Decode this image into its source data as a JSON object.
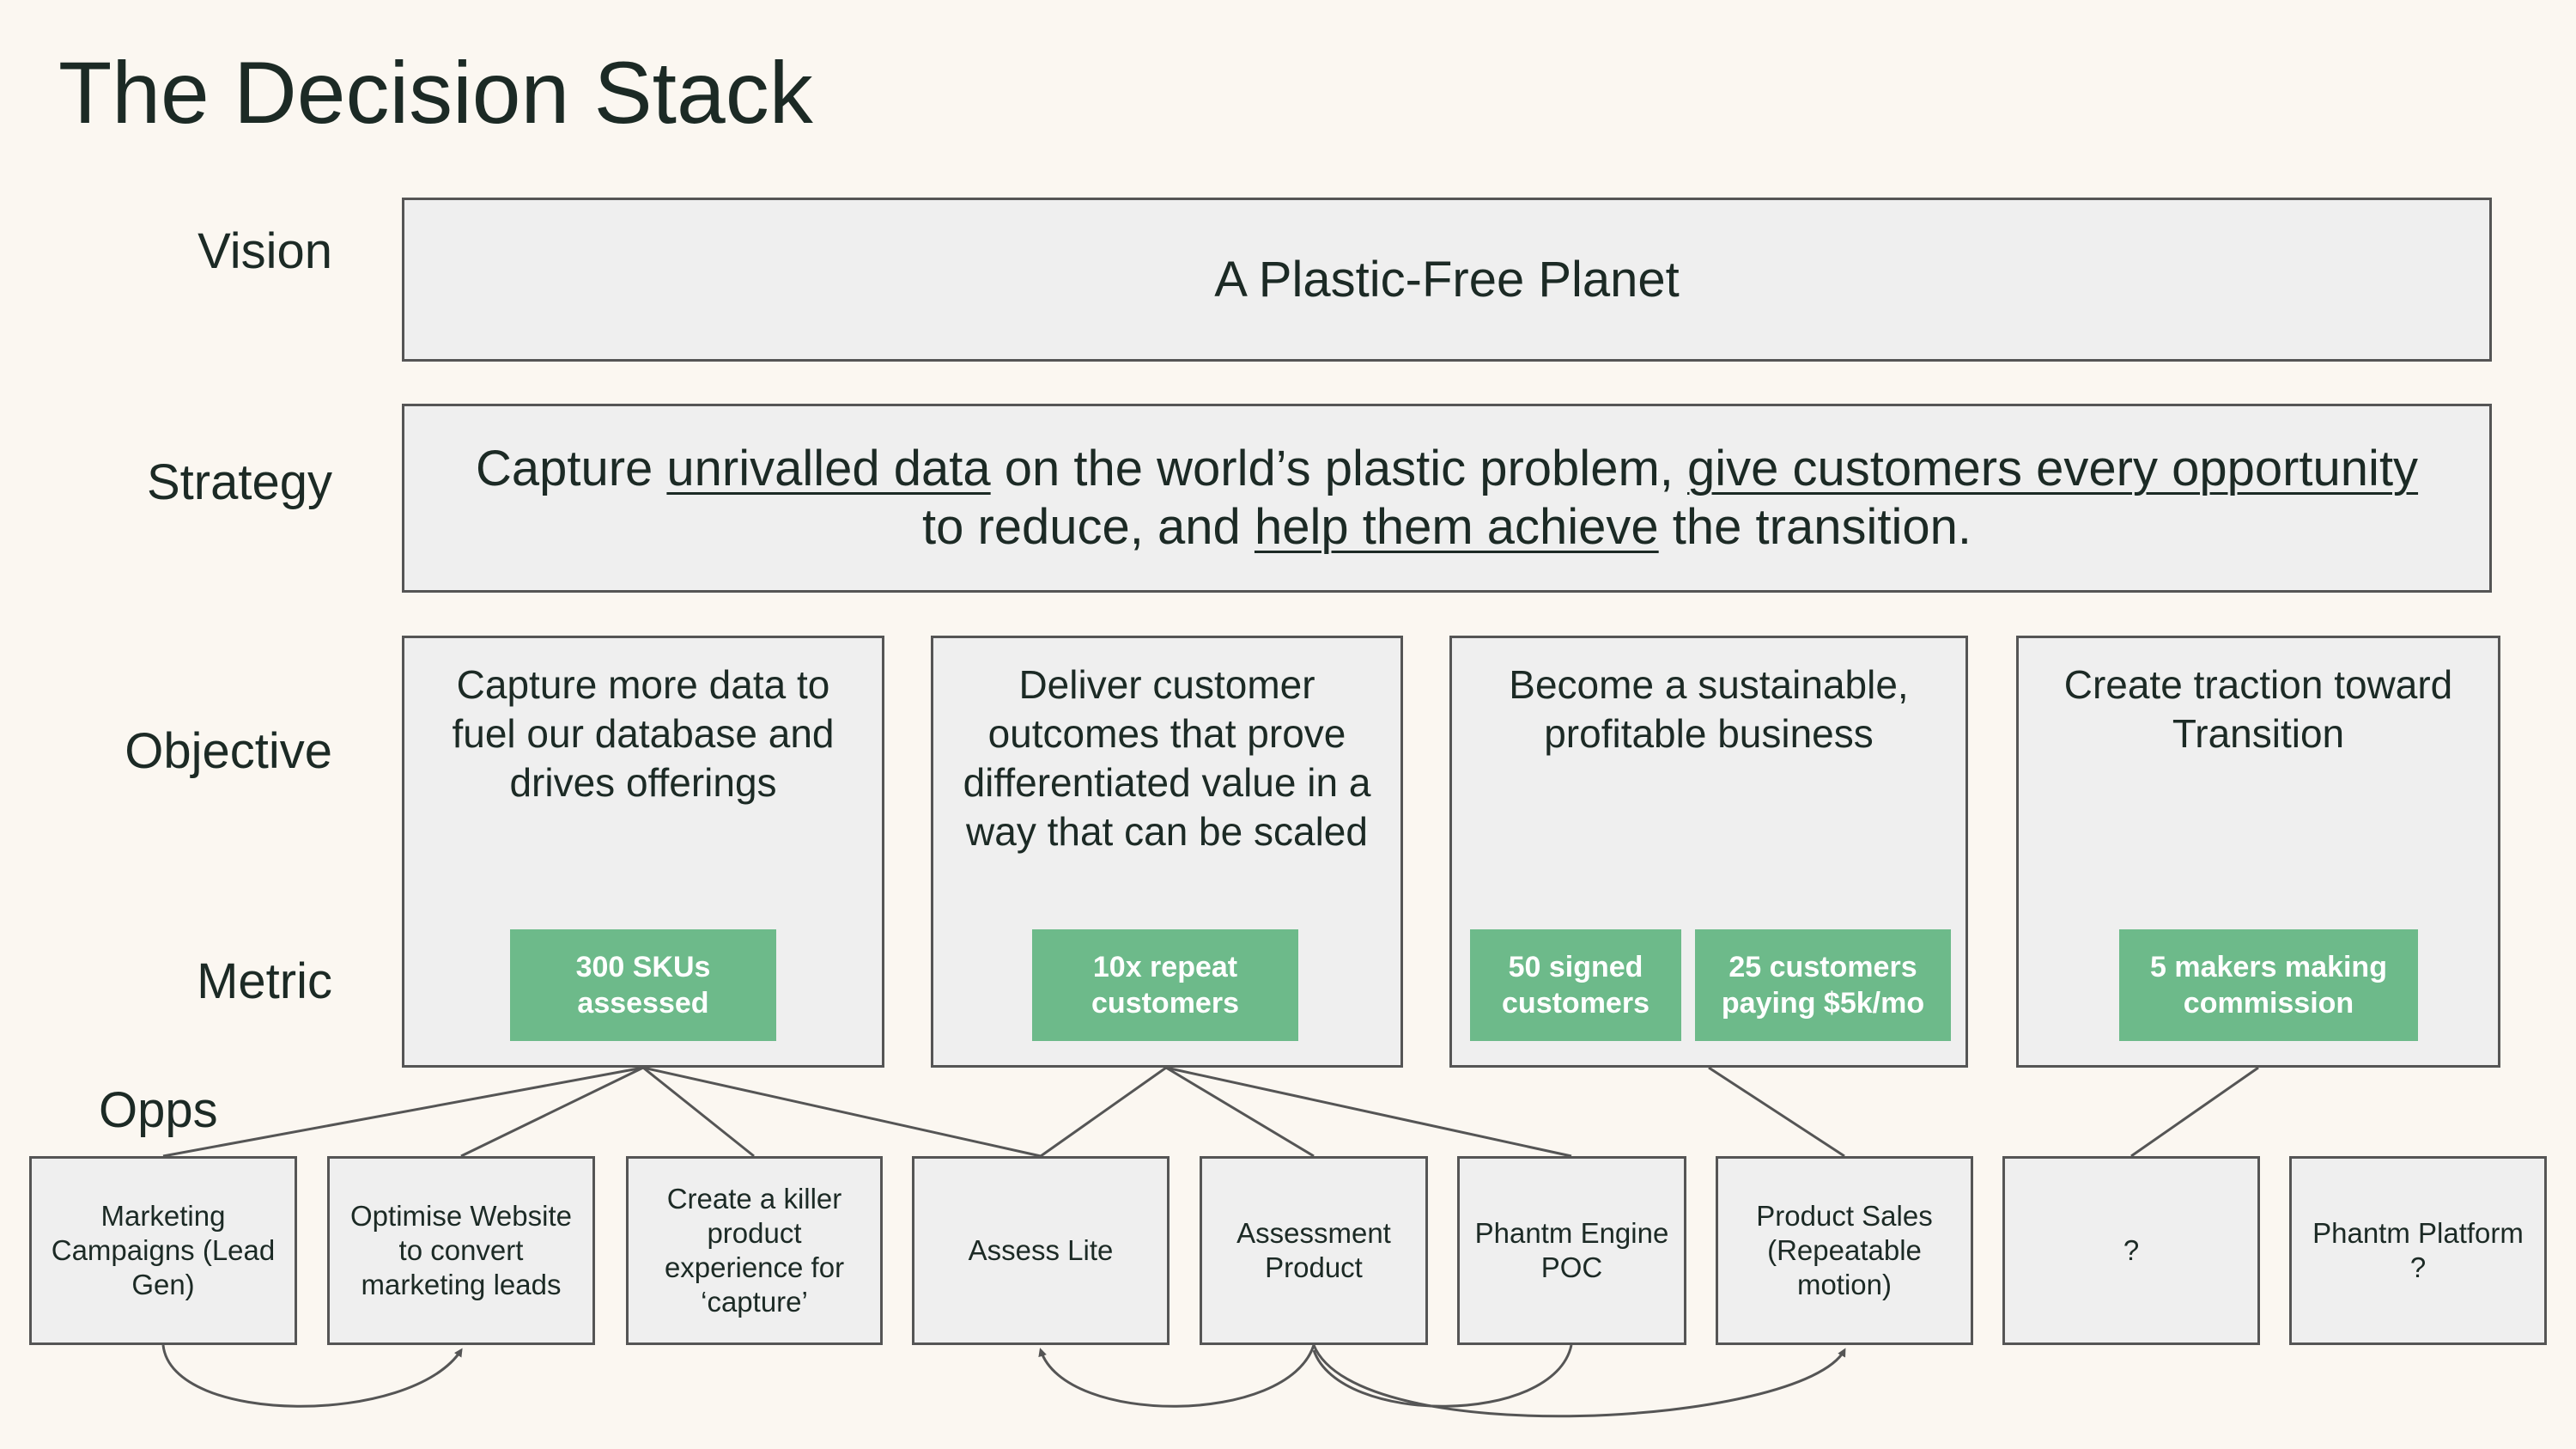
{
  "title": "The Decision Stack",
  "labels": {
    "vision": "Vision",
    "strategy": "Strategy",
    "objective": "Objective",
    "metric": "Metric",
    "opps": "Opps"
  },
  "vision": "A Plastic-Free Planet",
  "strategy": {
    "p1": "Capture ",
    "u1": "unrivalled data",
    "p2": " on the world’s plastic problem, ",
    "u2": "give customers every opportunity",
    "p3": " to reduce, and ",
    "u3": "help them achieve",
    "p4": " the transition."
  },
  "objectives": [
    {
      "text": "Capture more data to fuel our database and drives offerings",
      "metrics": [
        "300 SKUs assessed"
      ]
    },
    {
      "text": "Deliver customer outcomes that prove differentiated value in a way that can be scaled",
      "metrics": [
        "10x repeat customers"
      ]
    },
    {
      "text": "Become a sustainable, profitable business",
      "metrics": [
        "50 signed customers",
        "25 customers paying $5k/mo"
      ]
    },
    {
      "text": "Create traction toward Transition",
      "metrics": [
        "5 makers making commission"
      ]
    }
  ],
  "opps": [
    "Marketing Campaigns (Lead Gen)",
    "Optimise Website to convert marketing leads",
    "Create a killer product experience for ‘capture’",
    "Assess Lite",
    "Assessment Product",
    "Phantm Engine POC",
    "Product Sales (Repeatable motion)",
    "?",
    "Phantm Platform ?"
  ],
  "colors": {
    "background": "#FBF7F1",
    "box_fill": "#EFEFEF",
    "box_border": "#555555",
    "metric_fill": "#6DBA8A",
    "text": "#1C2A25"
  }
}
